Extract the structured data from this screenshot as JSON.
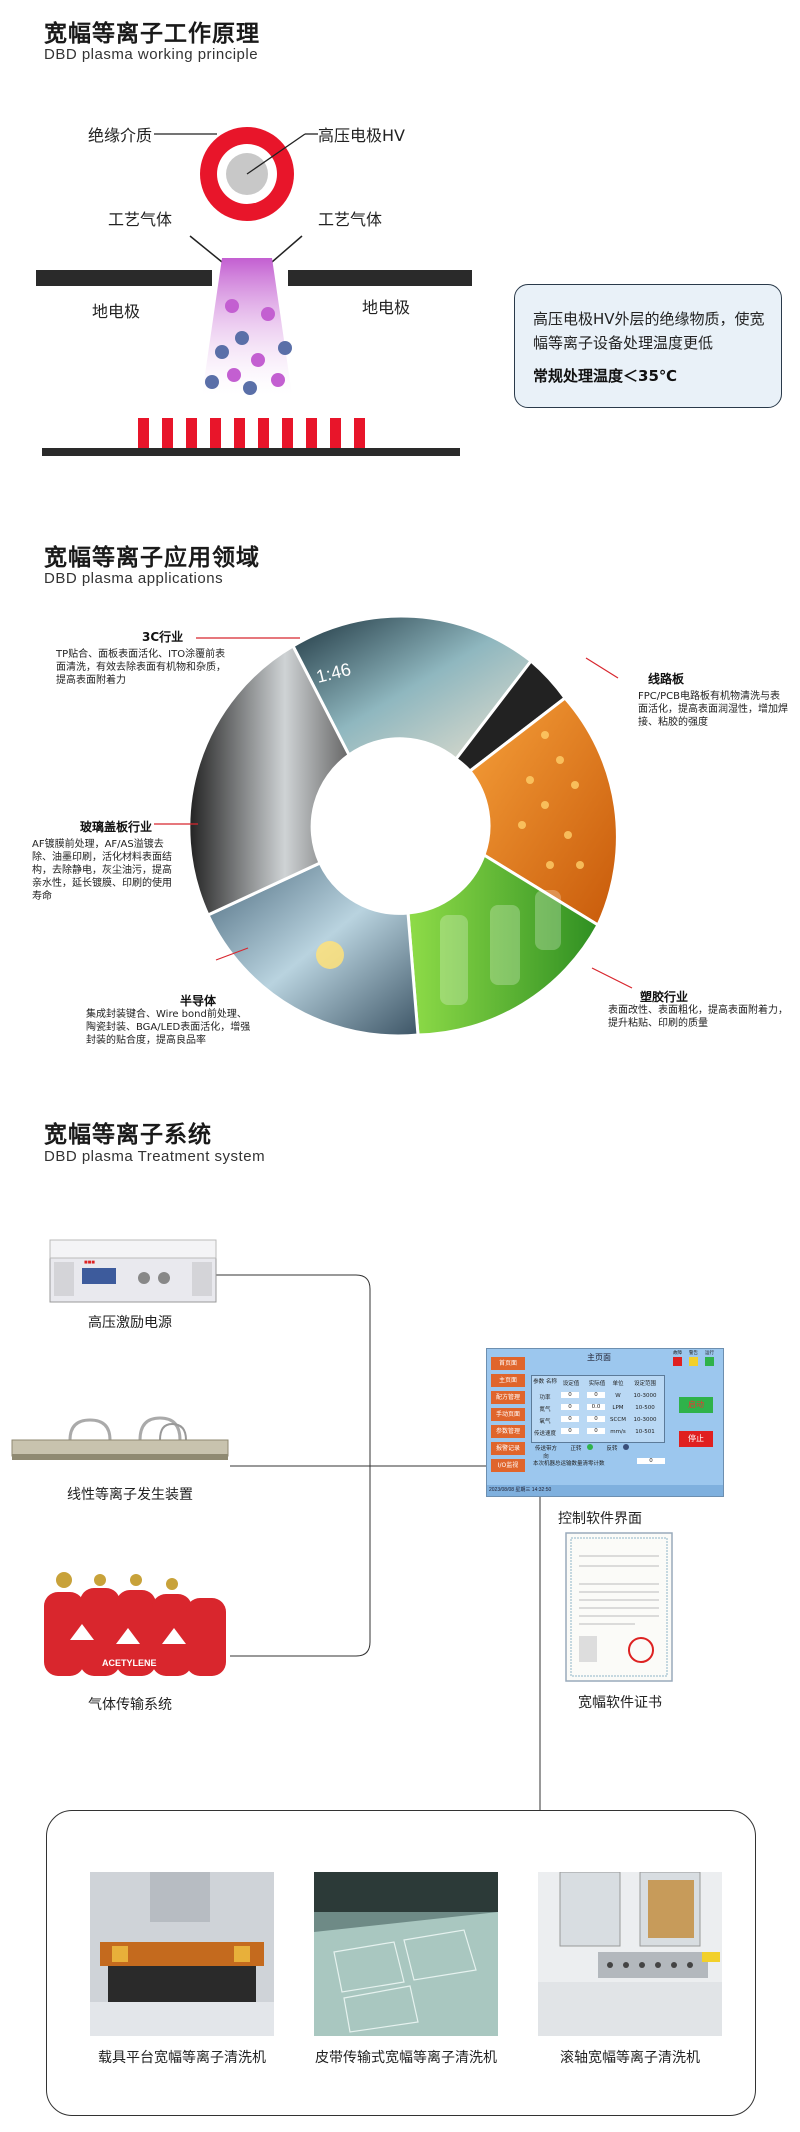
{
  "section1": {
    "title": "宽幅等离子工作原理",
    "subtitle": "DBD plasma working principle",
    "labels": {
      "insulation": "绝缘介质",
      "hv_electrode": "高压电极HV",
      "gas_left": "工艺气体",
      "gas_right": "工艺气体",
      "ground_left": "地电极",
      "ground_right": "地电极"
    },
    "infobox": {
      "text": "高压电极HV外层的绝缘物质，使宽幅等离子设备处理温度更低",
      "temp": "常规处理温度＜35℃"
    },
    "colors": {
      "electrode_red": "#e8152a",
      "plasma_purple": "#c35fd1",
      "particle_blue": "#5a6fa8",
      "dark_bar": "#2a2a2a"
    }
  },
  "section2": {
    "title": "宽幅等离子应用领域",
    "subtitle": "DBD plasma applications",
    "apps": [
      {
        "title": "3C行业",
        "desc": "TP贴合、面板表面活化、ITO涂覆前表面清洗，有效去除表面有机物和杂质，提高表面附着力"
      },
      {
        "title": "线路板",
        "desc": "FPC/PCB电路板有机物清洗与表面活化，提高表面润湿性，增加焊接、粘胶的强度"
      },
      {
        "title": "玻璃盖板行业",
        "desc": "AF镀膜前处理，AF/AS溢镀去除、油墨印刷，活化材料表面结构，去除静电，灰尘油污，提高亲水性，延长镀膜、印刷的使用寿命"
      },
      {
        "title": "半导体",
        "desc": "集成封装键合、Wire bond前处理、陶瓷封装、BGA/LED表面活化，增强封装的贴合度，提高良品率"
      },
      {
        "title": "塑胶行业",
        "desc": "表面改性、表面粗化，提高表面附着力，提升粘贴、印刷的质量"
      }
    ],
    "screen_time": "1:46",
    "accent": "#d8262e"
  },
  "section3": {
    "title": "宽幅等离子系统",
    "subtitle": "DBD plasma Treatment system",
    "components": {
      "power": "高压激励电源",
      "generator": "线性等离子发生装置",
      "gas": "气体传输系统",
      "software": "控制软件界面",
      "certificate": "宽幅软件证书"
    },
    "machines": [
      "载具平台宽幅等离子清洗机",
      "皮带传输式宽幅等离子清洗机",
      "滚轴宽幅等离子清洗机"
    ],
    "gas_tank_label": "ACETYLENE",
    "ui": {
      "title": "主页面",
      "menu": [
        "首页面",
        "主页面",
        "配方管理",
        "手动页面",
        "参数管理",
        "报警记录",
        "I/O监视"
      ],
      "status_labels": [
        "故障",
        "警告",
        "运行"
      ],
      "table_headers": [
        "参数\n名称",
        "设定值",
        "实际值",
        "单位",
        "设定范围"
      ],
      "rows": [
        [
          "功率",
          "0",
          "0",
          "W",
          "10-3000"
        ],
        [
          "氮气",
          "0",
          "0.0",
          "LPM",
          "10-500"
        ],
        [
          "氧气",
          "0",
          "0",
          "SCCM",
          "10-3000"
        ],
        [
          "传送速度",
          "0",
          "0",
          "mm/s",
          "10-501"
        ]
      ],
      "start": "启动",
      "stop": "停止",
      "direction": "传送带方向",
      "forward": "正转",
      "reverse": "反转",
      "count_label": "本次机器总运输数量清零计数",
      "count": "0",
      "footer": "2023/08/08 星期三 14:32:50"
    },
    "colors": {
      "panel_blue": "#9cc7ee",
      "menu_orange": "#e0652c",
      "start_green": "#2fb24a",
      "stop_red": "#e02020"
    }
  }
}
